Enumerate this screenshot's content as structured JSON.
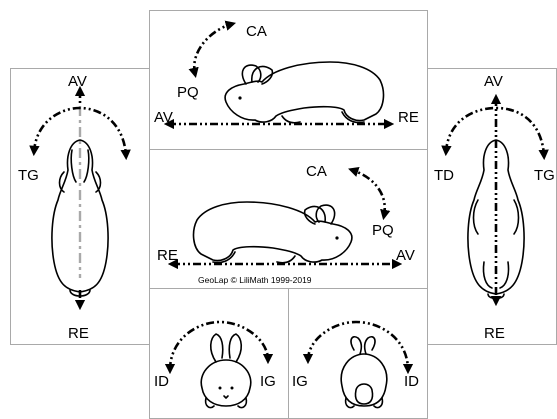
{
  "panels": {
    "top_side": {
      "forward": "AV",
      "backward": "RE",
      "up": "CA",
      "down": "PQ"
    },
    "middle_side": {
      "forward": "AV",
      "backward": "RE",
      "up": "CA",
      "down": "PQ",
      "credit": "GeoLap © LiliMath 1999-2019"
    },
    "left_top": {
      "forward": "AV",
      "backward": "RE",
      "turn": "TG"
    },
    "right_bottom": {
      "forward": "AV",
      "backward": "RE",
      "turn_left": "TD",
      "turn_right": "TG"
    },
    "front_view": {
      "left": "ID",
      "right": "IG"
    },
    "back_view": {
      "left": "IG",
      "right": "ID"
    }
  }
}
